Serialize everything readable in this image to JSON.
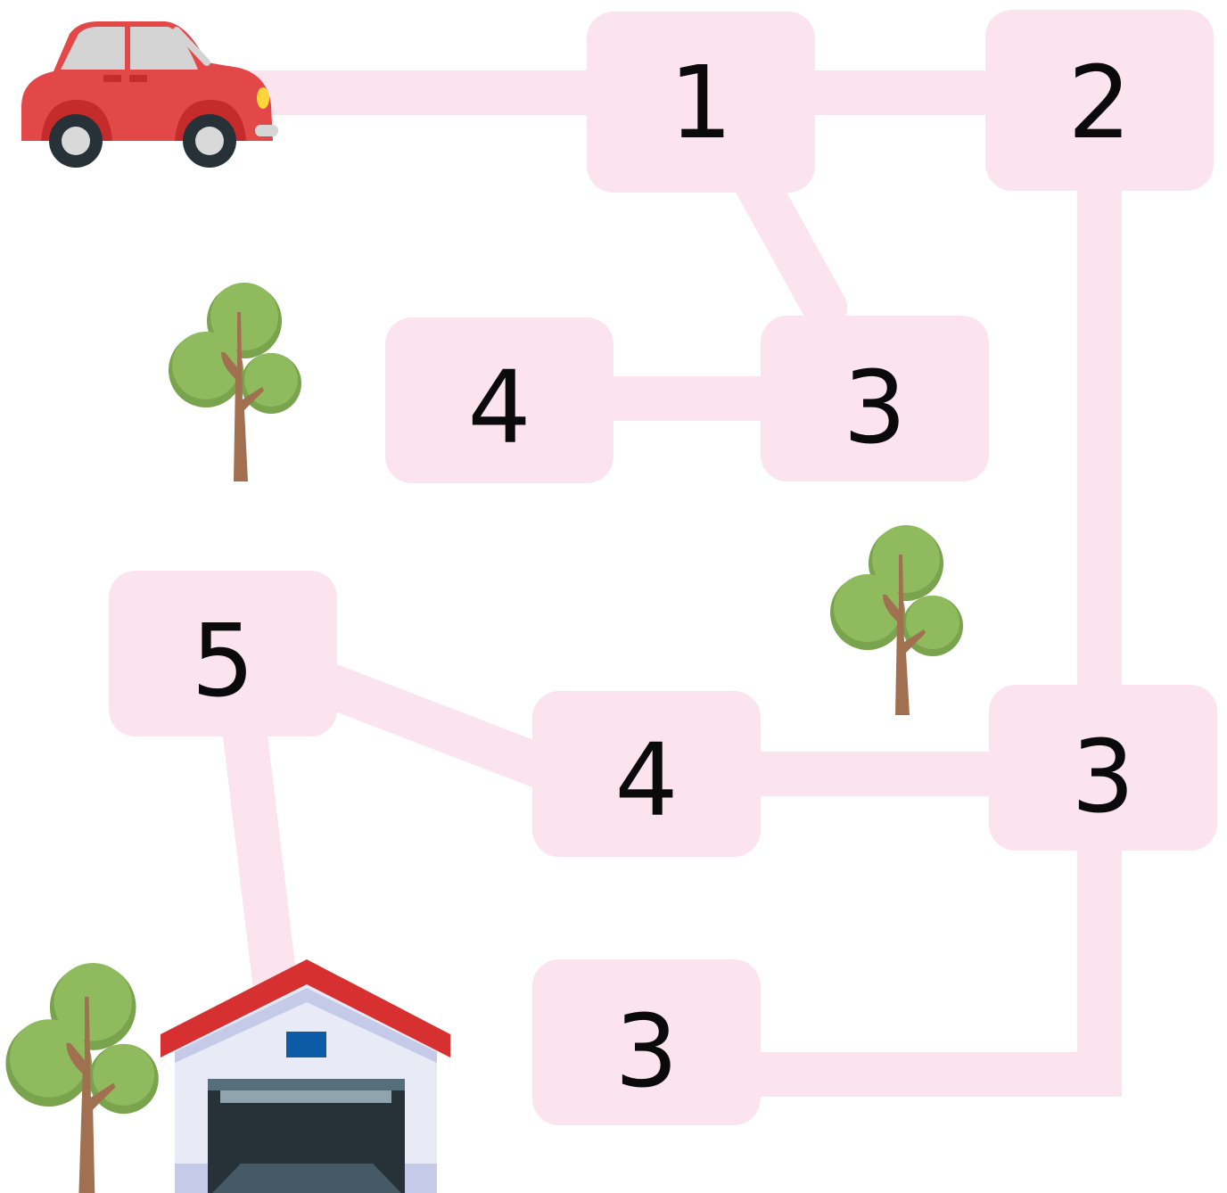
{
  "tiles": {
    "t1": {
      "value": "1"
    },
    "t2": {
      "value": "2"
    },
    "t3a": {
      "value": "4"
    },
    "t3b": {
      "value": "3"
    },
    "t4": {
      "value": "5"
    },
    "t5": {
      "value": "4"
    },
    "t6": {
      "value": "3"
    },
    "t7": {
      "value": "3"
    }
  },
  "colors": {
    "road": "#fce4ee",
    "tile": "#fce4ee",
    "car": "#e34849",
    "garage_roof": "#d63031",
    "tree_leaves": "#8fbb5e",
    "tree_trunk": "#a07050"
  },
  "icons": [
    "car-icon",
    "tree-icon",
    "garage-icon"
  ]
}
